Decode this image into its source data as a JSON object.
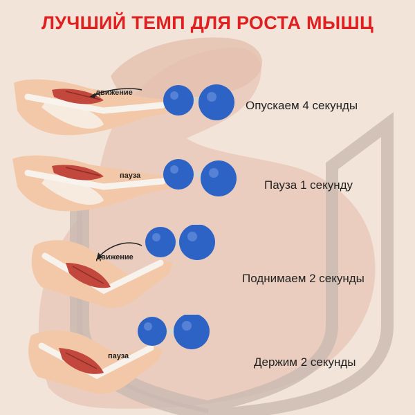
{
  "title": "ЛУЧШИЙ ТЕМП ДЛЯ РОСТА МЫШЦ",
  "steps": [
    {
      "label": "движение",
      "caption": "Опускаем 4 секунды"
    },
    {
      "label": "пауза",
      "caption": "Пауза 1 секунду"
    },
    {
      "label": "движение",
      "caption": "Поднимаем 2 секунды"
    },
    {
      "label": "пауза",
      "caption": "Держим 2 секунды"
    }
  ],
  "colors": {
    "title": "#e02020",
    "background": "#f2e4d8",
    "silhouette": "#e8c8b9",
    "skin": "#f3c8a8",
    "muscle": "#c2473d",
    "bone": "#f5f1ea",
    "dumbbell": "#2e63c6"
  },
  "icons": [
    "muscle-silhouette",
    "shield-outline",
    "arm-illustration",
    "dumbbell",
    "motion-arrow"
  ]
}
